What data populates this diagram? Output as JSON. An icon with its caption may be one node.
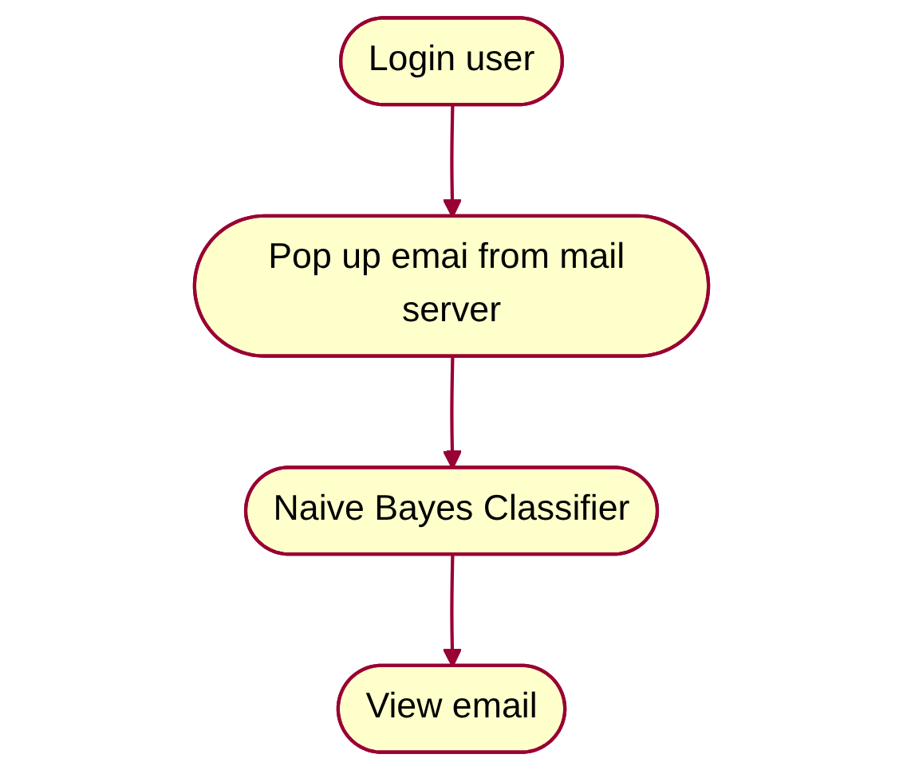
{
  "diagram": {
    "nodes": [
      {
        "text": [
          "Login user"
        ]
      },
      {
        "text": [
          "Pop up emai from mail server"
        ]
      },
      {
        "text": [
          "Naive Bayes Classifier"
        ]
      },
      {
        "text": [
          "View email"
        ]
      }
    ],
    "edges": [
      {
        "from": 0,
        "to": 1,
        "arrow": "to"
      },
      {
        "from": 1,
        "to": 2,
        "arrow": "to"
      },
      {
        "from": 2,
        "to": 3,
        "arrow": "to"
      }
    ]
  }
}
